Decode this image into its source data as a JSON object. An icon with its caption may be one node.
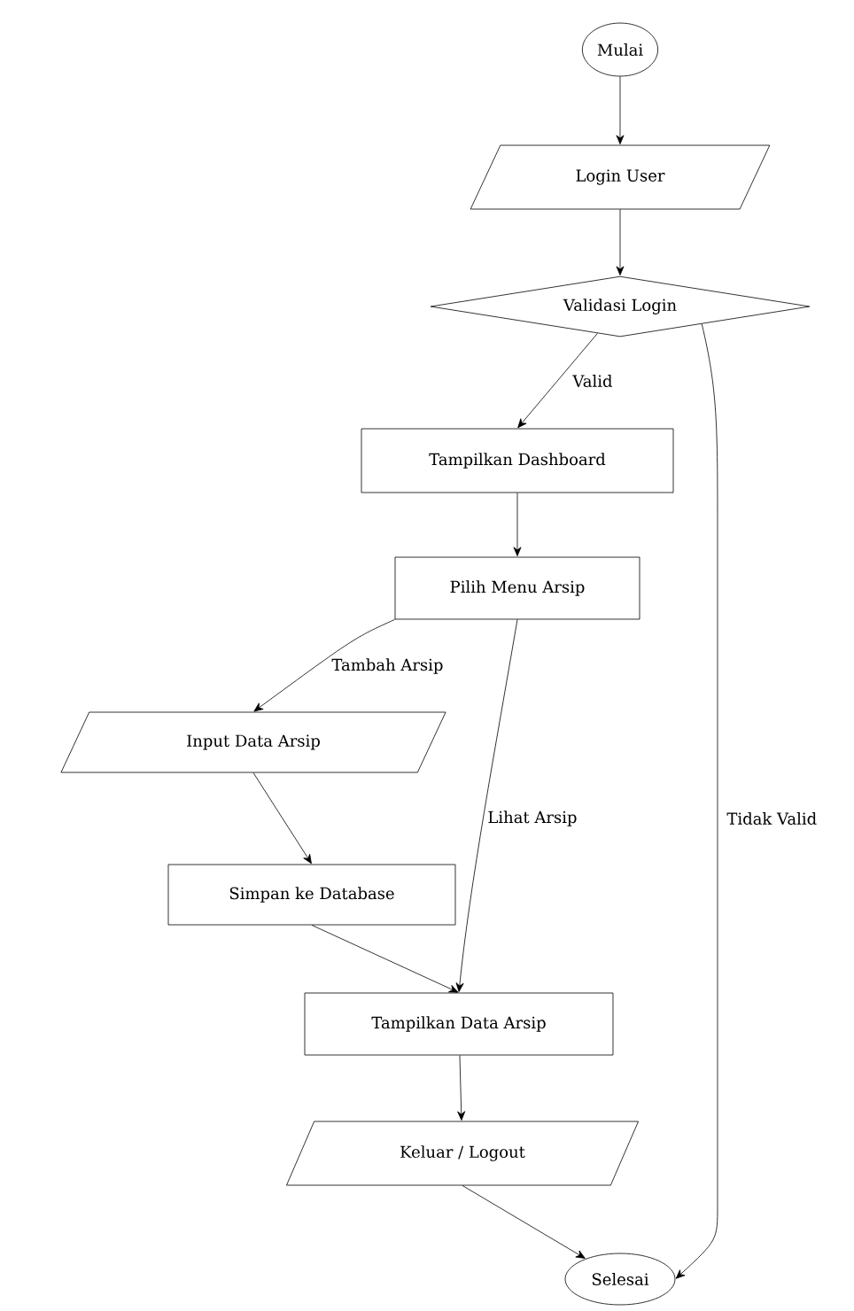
{
  "diagram": {
    "nodes": [
      {
        "text": [
          "Mulai"
        ]
      },
      {
        "text": [
          "Login User"
        ]
      },
      {
        "text": [
          "Validasi Login"
        ]
      },
      {
        "text": [
          "Tampilkan Dashboard"
        ]
      },
      {
        "text": [
          "Pilih Menu Arsip"
        ]
      },
      {
        "text": [
          "Input Data Arsip"
        ]
      },
      {
        "text": [
          "Simpan ke Database"
        ]
      },
      {
        "text": [
          "Tampilkan Data Arsip"
        ]
      },
      {
        "text": [
          "Keluar / Logout"
        ]
      },
      {
        "text": [
          "Selesai"
        ]
      }
    ],
    "edges": [
      {
        "from": 0,
        "to": 1,
        "arrow": "to"
      },
      {
        "from": 1,
        "to": 2,
        "arrow": "to"
      },
      {
        "from": 2,
        "to": 3,
        "arrow": "to",
        "label": "Valid"
      },
      {
        "from": 3,
        "to": 4,
        "arrow": "to"
      },
      {
        "from": 4,
        "to": 5,
        "arrow": "to",
        "label": "Tambah Arsip"
      },
      {
        "from": 4,
        "to": 7,
        "arrow": "to",
        "label": "Lihat Arsip"
      },
      {
        "from": 5,
        "to": 6,
        "arrow": "to"
      },
      {
        "from": 6,
        "to": 7,
        "arrow": "to"
      },
      {
        "from": 7,
        "to": 8,
        "arrow": "to"
      },
      {
        "from": 8,
        "to": 9,
        "arrow": "to"
      },
      {
        "from": 2,
        "to": 9,
        "arrow": "to",
        "label": "Tidak Valid"
      }
    ]
  }
}
